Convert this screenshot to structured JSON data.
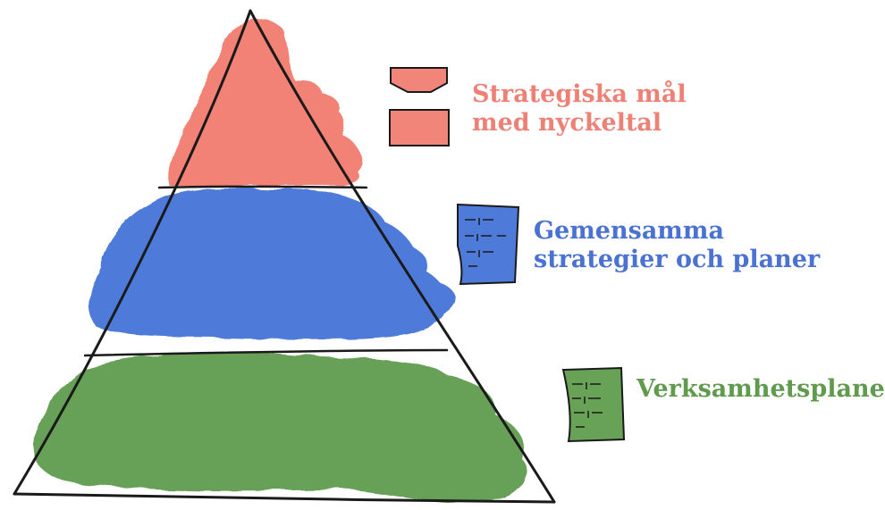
{
  "tiers": [
    {
      "id": "top",
      "lines": [
        "Strategiska mål",
        "med nyckeltal"
      ],
      "color": "#f0786b",
      "text_color": "#ee8176",
      "icon": "signboard-icon"
    },
    {
      "id": "middle",
      "lines": [
        "Gemensamma",
        "strategier och planer"
      ],
      "color": "#3f6fd6",
      "text_color": "#4a72d2",
      "icon": "document-icon"
    },
    {
      "id": "bottom",
      "lines": [
        "Verksamhetsplaner"
      ],
      "color": "#5a9a48",
      "text_color": "#5f9a4d",
      "icon": "document-icon"
    }
  ],
  "outline_color": "#1a1a1a"
}
